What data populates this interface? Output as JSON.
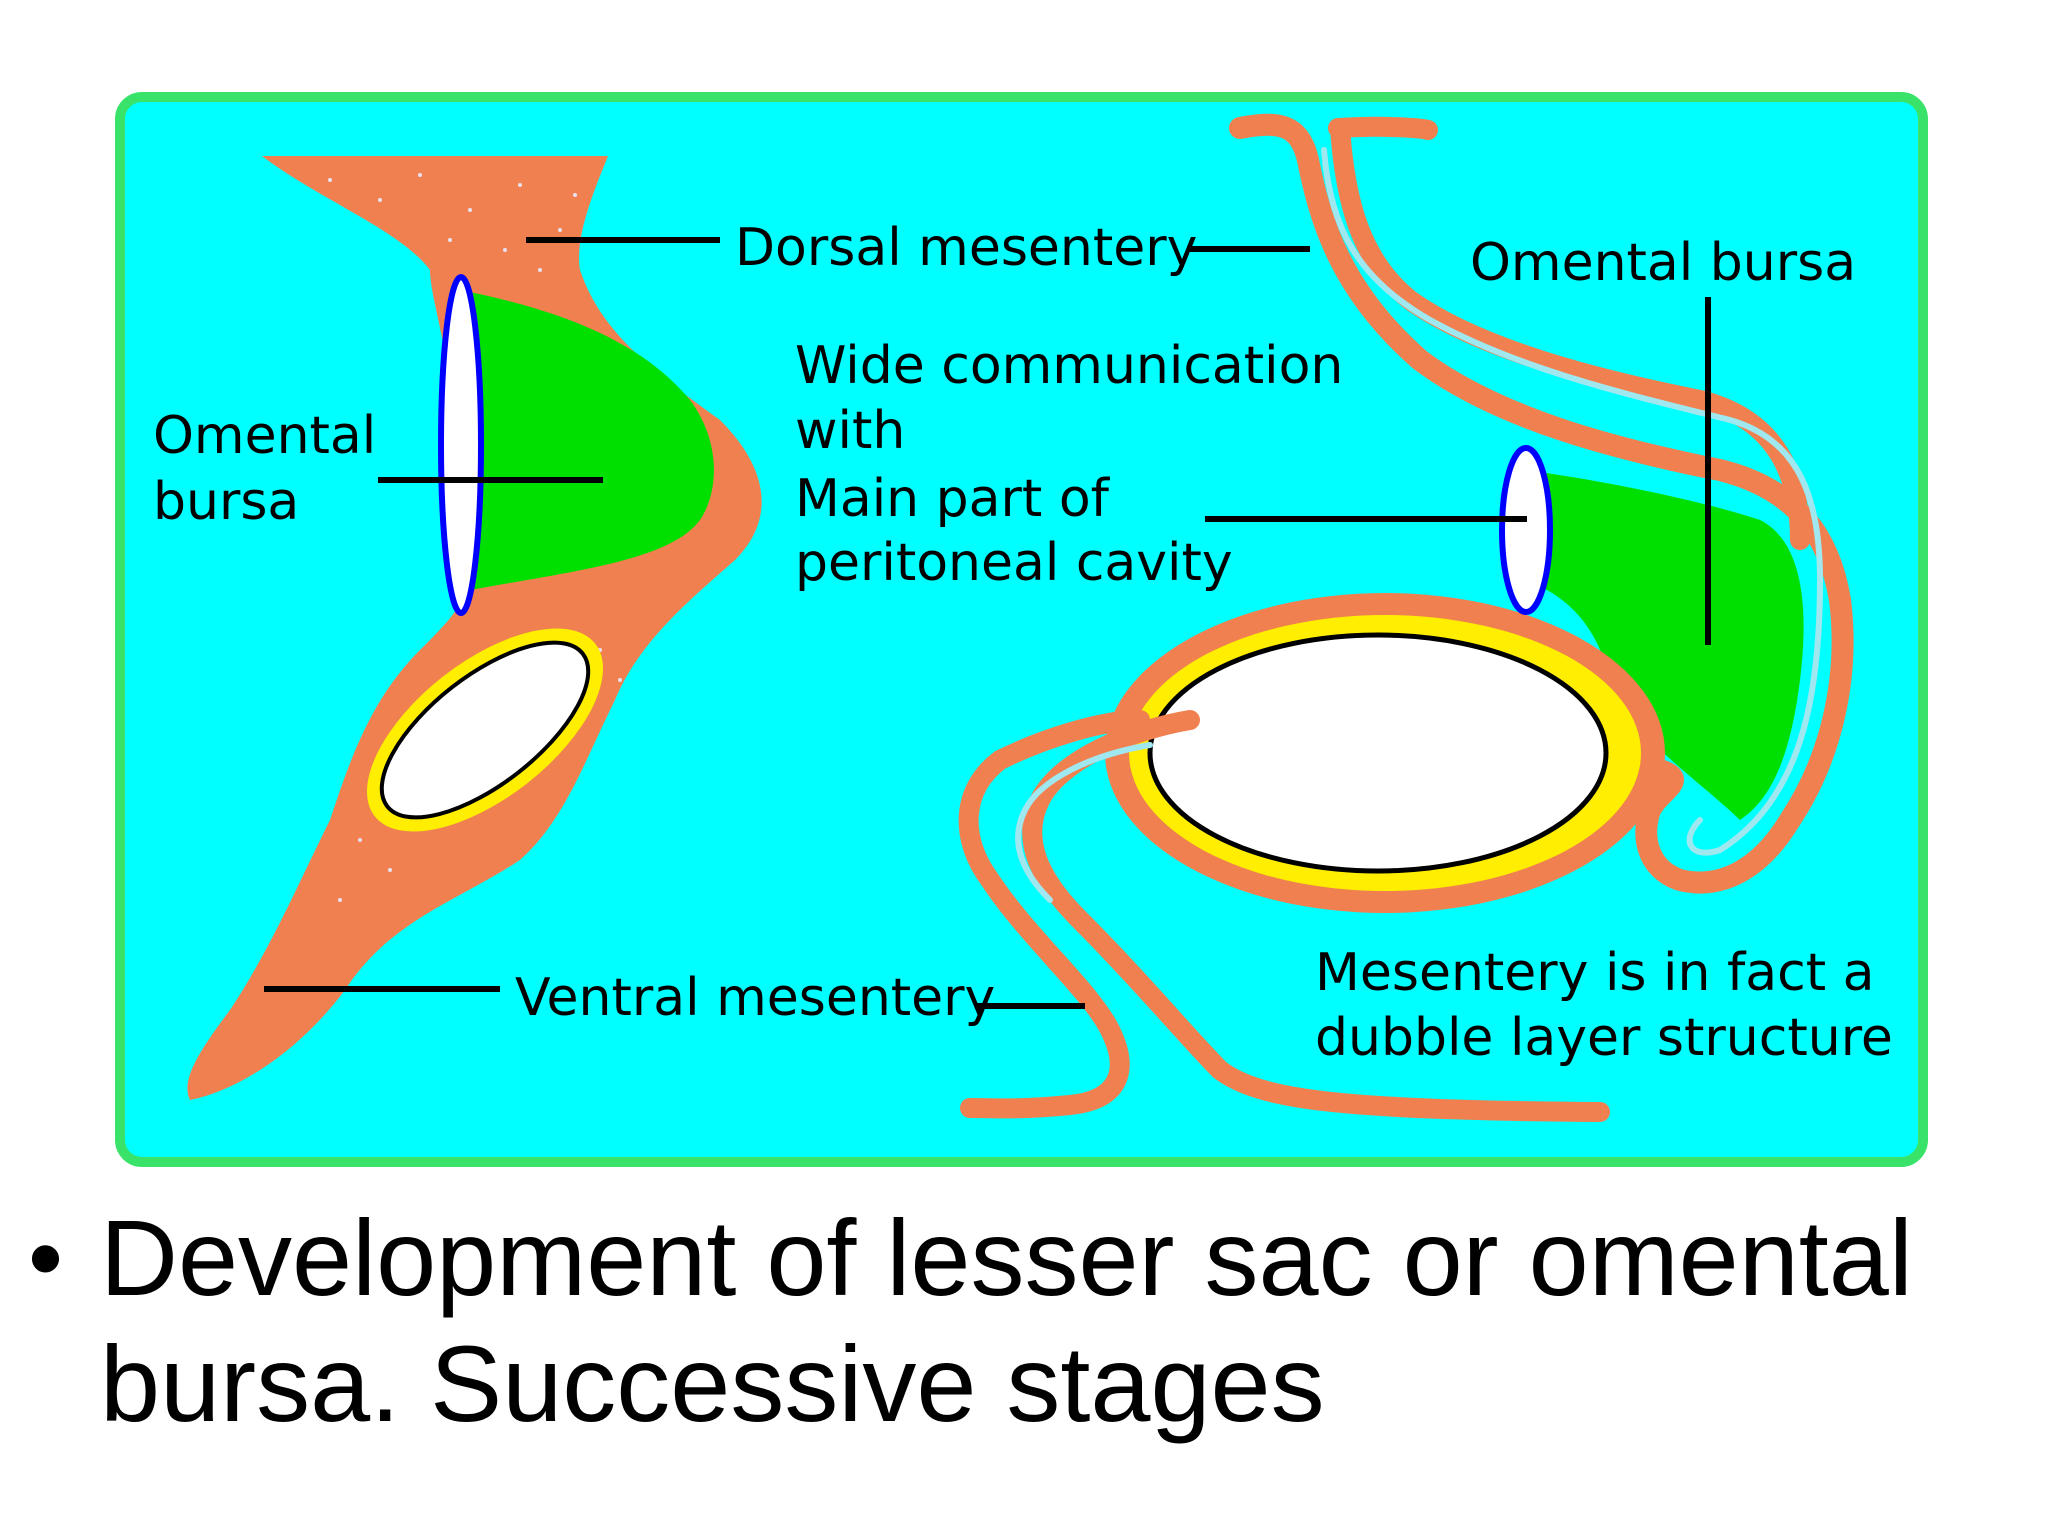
{
  "colors": {
    "panel": "#00ffff",
    "panel_border": "#39e36a",
    "peritoneum": "#f08050",
    "bursa_fill": "#00e000",
    "lumen_outline": "#0000ff",
    "organ_ring": "#ffee00",
    "inner_line": "#9fe8ef"
  },
  "labels": {
    "dorsal_mesentery": "Dorsal mesentery",
    "omental_bursa_left_line1": "Omental",
    "omental_bursa_left_line2": "bursa",
    "wide_communication_line1": "Wide communication",
    "wide_communication_line2": "with",
    "wide_communication_line3": "Main part of",
    "wide_communication_line4": "peritoneal cavity",
    "omental_bursa_right": "Omental bursa",
    "ventral_mesentery": "Ventral mesentery",
    "double_layer_line1": "Mesentery is in fact a",
    "double_layer_line2": "dubble layer structure"
  },
  "caption": {
    "bullet": "•",
    "line1": "Development of lesser sac or omental",
    "line2": "bursa. Successive stages"
  }
}
